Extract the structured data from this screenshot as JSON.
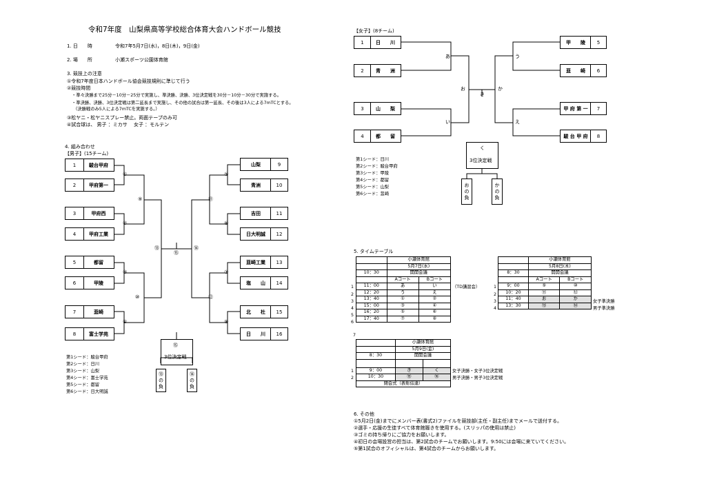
{
  "title": "令和7年度　山梨県高等学校総合体育大会ハンドボール競技",
  "info": {
    "date_label": "1. 日　　時",
    "date_value": "令和7年5月7日(水)，8日(木)，9日(金)",
    "place_label": "2. 場　　所",
    "place_value": "小瀬スポーツ公園体育館",
    "notes_head": "3. 競技上の注意",
    "notes": [
      "①令和7年度日本ハンドボール協会競技規則に準じて行う",
      "②競技時間",
      "・準々決勝まで25分－10分－25分で実施し、準決勝、決勝、3位決定戦を30分－10分－30分で実施する。",
      "・準決勝、決勝、3位決定戦は第二延長まで実施し、その他の試合は第一延長、その後は3人による7mTCとする。",
      "（決勝戦のみ5人による7mTCを実施する。）",
      "③松ヤニ・松ヤニスプレー禁止。両面テープのみ可",
      "④試合球は、 男子 ：ミカサ 　女子 ：モルテン"
    ]
  },
  "men": {
    "head": "4. 組み合わせ",
    "label": "【男子】(15チーム)",
    "left": [
      {
        "num": "1",
        "name": "駿台甲府"
      },
      {
        "num": "2",
        "name": "甲府第一"
      },
      {
        "num": "3",
        "name": "甲府西"
      },
      {
        "num": "4",
        "name": "甲府工業"
      },
      {
        "num": "5",
        "name": "都留"
      },
      {
        "num": "6",
        "name": "甲陵"
      },
      {
        "num": "7",
        "name": "韮崎"
      },
      {
        "num": "8",
        "name": "富士学苑"
      }
    ],
    "right": [
      {
        "num": "9",
        "name": "山梨"
      },
      {
        "num": "10",
        "name": "青洲"
      },
      {
        "num": "11",
        "name": "吉田"
      },
      {
        "num": "12",
        "name": "日大明誠"
      },
      {
        "num": "13",
        "name": "韮崎工業"
      },
      {
        "num": "14",
        "name": "塩　　山"
      },
      {
        "num": "15",
        "name": "北　　杜"
      },
      {
        "num": "16",
        "name": "日　　川"
      }
    ],
    "game_labels": [
      "①",
      "②",
      "③",
      "④",
      "⑤",
      "⑥",
      "⑦",
      "⑧",
      "⑨",
      "⑩",
      "⑪",
      "⑫",
      "⑬",
      "⑭",
      "⑮"
    ],
    "third_label": "⑮",
    "third_title": "3位決定戦",
    "third_a": "⑬の負",
    "third_b": "⑭の負",
    "seeds": [
      "第1シード：駿台甲府",
      "第2シード：日川",
      "第3シード：山梨",
      "第4シード：富士学苑",
      "第5シード：都留",
      "第6シード：日大明誠"
    ]
  },
  "women": {
    "label": "【女子】(8チーム)",
    "left": [
      {
        "num": "1",
        "name": "日　　川"
      },
      {
        "num": "2",
        "name": "青　　洲"
      },
      {
        "num": "3",
        "name": "山　　梨"
      },
      {
        "num": "4",
        "name": "都　　留"
      }
    ],
    "right": [
      {
        "num": "5",
        "name": "甲　　陵"
      },
      {
        "num": "6",
        "name": "韮　　崎"
      },
      {
        "num": "7",
        "name": "甲 府 第 一"
      },
      {
        "num": "8",
        "name": "駿 台 甲 府"
      }
    ],
    "game_labels": [
      "あ",
      "い",
      "う",
      "え",
      "お",
      "か",
      "き"
    ],
    "third_label": "く",
    "third_title": "3位決定戦",
    "third_a": "おの負",
    "third_b": "かの負",
    "seeds": [
      "第1シード：日川",
      "第2シード：駿台甲府",
      "第3シード：甲陵",
      "第4シード：都留",
      "第5シード：山梨",
      "第6シード：韮崎"
    ]
  },
  "timetable": {
    "head": "5. タイムテーブル",
    "t1": {
      "venue": "小瀬体育館",
      "date": "5月7日(水)",
      "opening_time": "10：30",
      "opening": "開開会議",
      "court_a": "Aコート",
      "court_b": "Bコート",
      "rows": [
        {
          "i": "1",
          "time": "11：00",
          "a": "あ",
          "b": "い"
        },
        {
          "i": "2",
          "time": "12：20",
          "a": "う",
          "b": "え"
        },
        {
          "i": "3",
          "time": "13：40",
          "a": "①",
          "b": "②"
        },
        {
          "i": "4",
          "time": "15：00",
          "a": "③",
          "b": "④"
        },
        {
          "i": "5",
          "time": "16：20",
          "a": "⑤",
          "b": "⑥"
        },
        {
          "i": "6",
          "time": "17：40",
          "a": "⑦",
          "b": "⑧"
        }
      ],
      "note": "（TD講習会）"
    },
    "t2": {
      "venue": "小瀬体育館",
      "date": "5月8日(木)",
      "opening_time": "8：30",
      "opening": "開開会議",
      "court_a": "Aコート",
      "court_b": "Bコート",
      "rows": [
        {
          "i": "1",
          "time": "9：00",
          "a": "⑨",
          "b": "⑩",
          "note": ""
        },
        {
          "i": "2",
          "time": "10：20",
          "a": "⑪",
          "b": "⑫",
          "note": ""
        },
        {
          "i": "3",
          "time": "11：40",
          "a": "お",
          "b": "か",
          "note": "女子準決勝"
        },
        {
          "i": "4",
          "time": "13：30",
          "a": "⑬",
          "b": "⑭",
          "note": "男子準決勝"
        }
      ]
    },
    "t3": {
      "mark": "7",
      "venue": "小瀬体育館",
      "date": "5月9日(金)",
      "opening_time": "8：30",
      "opening": "開開会議",
      "rows": [
        {
          "i": "1",
          "time": "9：00",
          "a": "き",
          "b": "く",
          "note": "女子決勝・女子3位決定戦"
        },
        {
          "i": "2",
          "time": "10：30",
          "a": "⑮",
          "b": "⑯",
          "note": "男子決勝・男子3位決定戦"
        }
      ],
      "closing": "閉会式（表彰伝達）"
    }
  },
  "other": {
    "head": "6. その他",
    "items": [
      "①5月2日(金)までにメンバー表(書式2)ファイルを競技部(主任・副主任)までメールで送付する。",
      "②選手・応援の生徒すべて体育館履きを使用する。(スリッパの使用は禁止)",
      "③ゴミの持ち帰りにご協力をお願いします。",
      "④初日の会場設営の担当は、第2試合のチームでお願いします。9:50には会場に来ていてください。",
      "⑤第1試合のオフィシャルは、第4試合のチームからお願いします。"
    ]
  }
}
